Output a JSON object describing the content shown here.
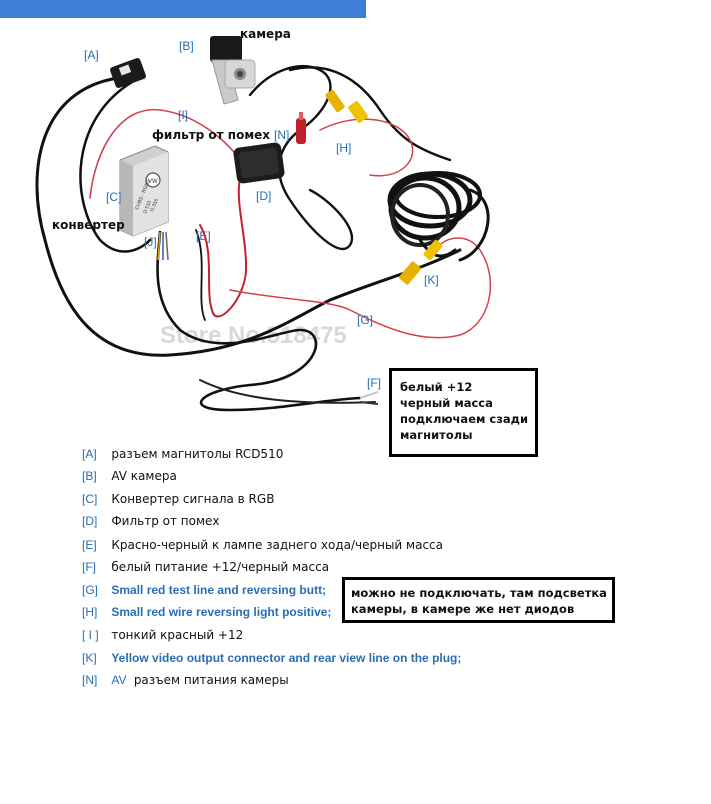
{
  "header_bar_color": "#3d7fd8",
  "watermark": "Store No.518475",
  "device_label": "CVBS - RGBS",
  "device_opts": [
    "O 510",
    "O 315"
  ],
  "tags": {
    "A": "[A]",
    "B": "[B]",
    "I": "[I]",
    "N": "[N]",
    "C": "[C]",
    "D": "[D]",
    "H": "[H]",
    "J": "[J]",
    "E": "[E]",
    "K": "[K]",
    "G": "[G]",
    "F": "[F]"
  },
  "captions": {
    "camera": "камера",
    "filter": "фильтр от помех",
    "converter": "конвертер"
  },
  "note_power": [
    "белый +12",
    "черный масса",
    "подключаем сзади",
    "магнитолы"
  ],
  "note_optional": [
    "можно не подключать, там подсветка",
    "камеры, в камере же нет диодов"
  ],
  "legend": [
    {
      "tag": "[A]",
      "text": "разъем магнитолы RCD510",
      "style": "ru"
    },
    {
      "tag": "[B]",
      "text": "AV камера",
      "style": "ru"
    },
    {
      "tag": "[C]",
      "text": "Конвертер сигнала в RGB",
      "style": "ru"
    },
    {
      "tag": "[D]",
      "text": "Фильтр от помех",
      "style": "ru"
    },
    {
      "tag": "[E]",
      "text": "Красно-черный к лампе заднего хода/черный масса",
      "style": "ru"
    },
    {
      "tag": "[F]",
      "text": "белый питание +12/черный масса",
      "style": "ru"
    },
    {
      "tag": "[G]",
      "text": "Small red test line and reversing butt;",
      "style": "en"
    },
    {
      "tag": "[H]",
      "text": "Small red wire reversing light positive;",
      "style": "en"
    },
    {
      "tag": "[ I ]",
      "text": "тонкий красный +12",
      "style": "ru"
    },
    {
      "tag": "[K]",
      "text": "Yellow video output connector and rear view line on the plug;",
      "style": "en"
    },
    {
      "tag": "[N]",
      "prefix": "AV",
      "text": "разъем питания камеры",
      "style": "ru"
    }
  ]
}
